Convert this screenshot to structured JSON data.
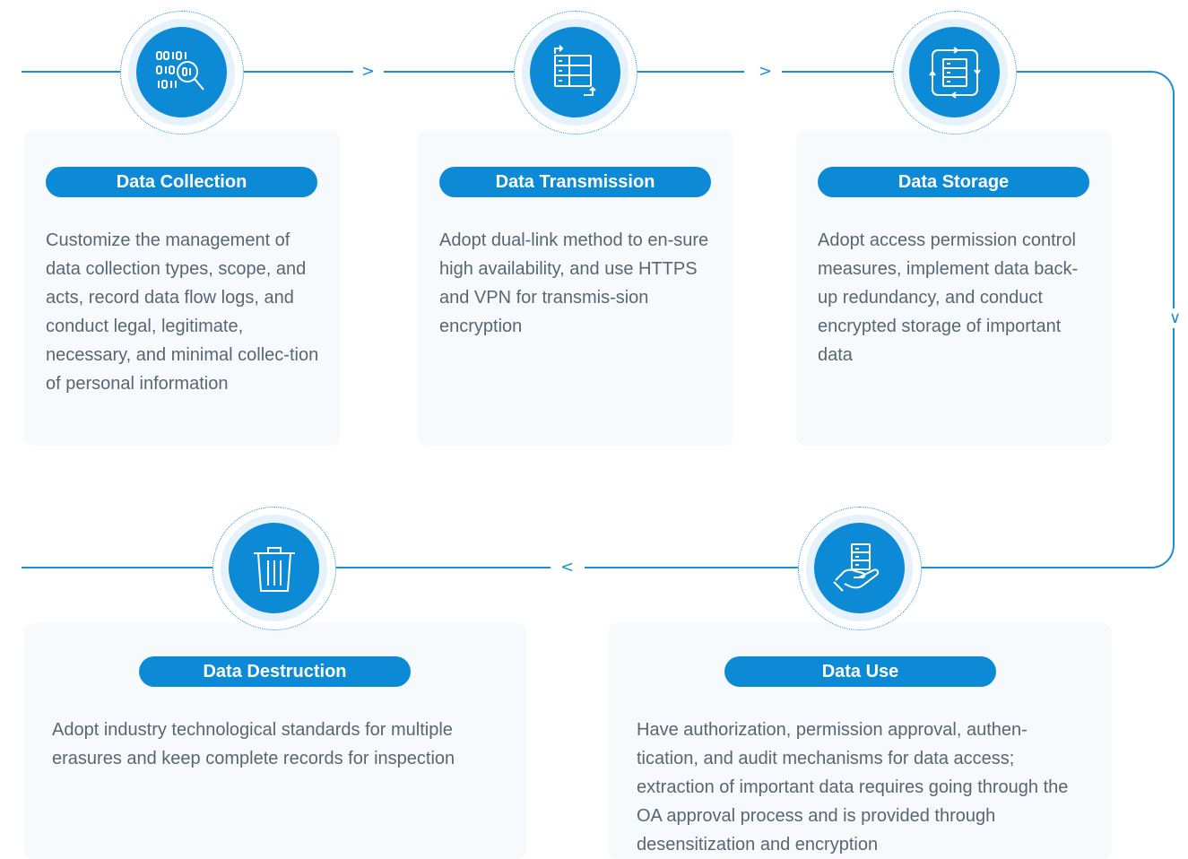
{
  "steps": [
    {
      "title": "Data Collection",
      "icon": "binary-search-icon",
      "text": "Customize the management of data collection types, scope, and acts, record data flow logs, and conduct legal, legitimate, necessary, and minimal collec-tion of personal information"
    },
    {
      "title": "Data Transmission",
      "icon": "server-sync-icon",
      "text": "Adopt dual-link method to en-sure high availability, and use HTTPS and VPN for transmis-sion encryption"
    },
    {
      "title": "Data Storage",
      "icon": "storage-cycle-icon",
      "text": "Adopt access permission control measures, implement data back-up redundancy, and conduct encrypted storage of important data"
    },
    {
      "title": "Data Use",
      "icon": "hand-server-icon",
      "text": "Have authorization, permission approval, authen-tication, and audit mechanisms for data access; extraction of important data requires going through the OA approval process and is provided through desensitization and encryption"
    },
    {
      "title": "Data Destruction",
      "icon": "trash-icon",
      "text": "Adopt industry technological standards for multiple erasures and keep complete records for inspection"
    }
  ],
  "arrows": {
    "right": ">",
    "down": "∨",
    "left": "<"
  },
  "colors": {
    "accent": "#0d8ad6",
    "line": "#1a8fd9",
    "card": "#f7fafd",
    "text": "#5a6573"
  }
}
